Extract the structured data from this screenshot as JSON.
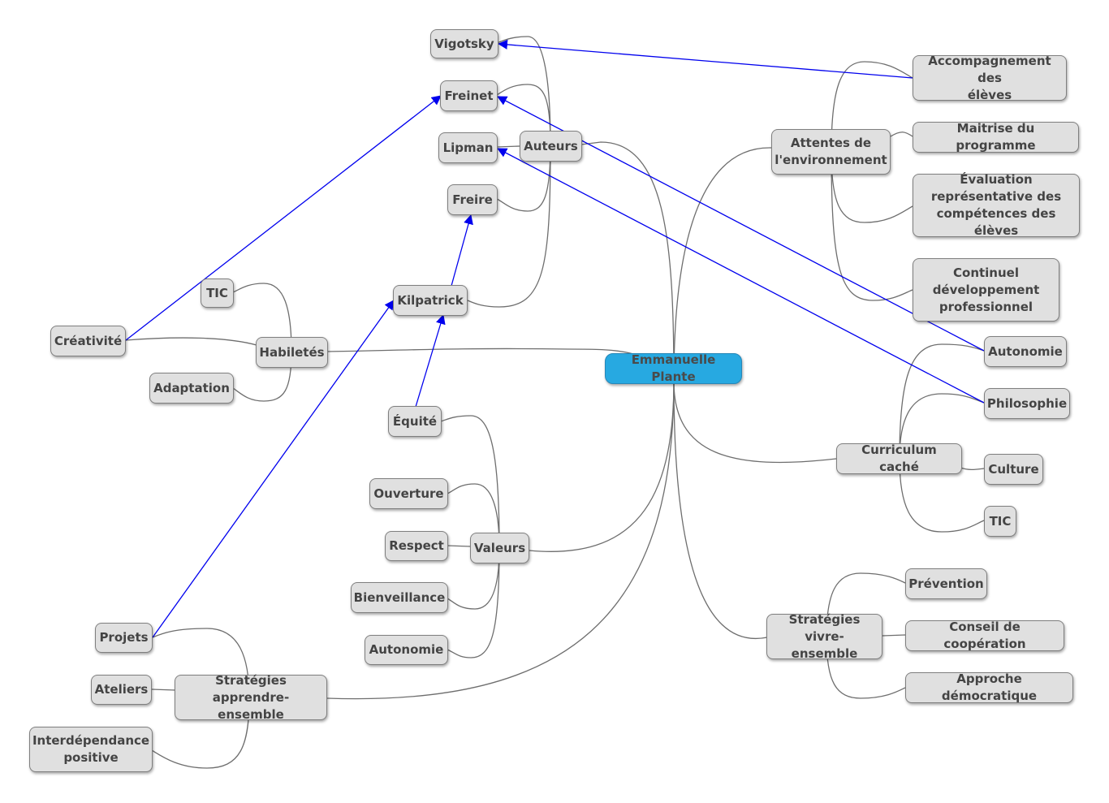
{
  "root": "Emmanuelle Plante",
  "nodes": {
    "vigotsky": "Vigotsky",
    "freinet": "Freinet",
    "lipman": "Lipman",
    "auteurs": "Auteurs",
    "freire": "Freire",
    "kilpatrick": "Kilpatrick",
    "tic_habiletes": "TIC",
    "creativite": "Créativité",
    "habiletes": "Habiletés",
    "adaptation": "Adaptation",
    "equite": "Équité",
    "ouverture": "Ouverture",
    "respect": "Respect",
    "valeurs": "Valeurs",
    "bienveillance": "Bienveillance",
    "autonomie_valeurs": "Autonomie",
    "projets": "Projets",
    "ateliers": "Ateliers",
    "strategies_apprendre": "Stratégies apprendre-\nensemble",
    "interdependance": "Interdépendance\npositive",
    "attentes": "Attentes de\nl'environnement",
    "accompagnement": "Accompagnement des\nélèves",
    "maitrise": "Maitrise du programme",
    "evaluation": "Évaluation\nreprésentative des\ncompétences des élèves",
    "continuel": "Continuel\ndéveloppement\nprofessionnel",
    "autonomie_curriculum": "Autonomie",
    "philosophie": "Philosophie",
    "curriculum": "Curriculum caché",
    "culture": "Culture",
    "tic_curriculum": "TIC",
    "strategies_vivre": "Stratégies vivre-\nensemble",
    "prevention": "Prévention",
    "conseil": "Conseil de coopération",
    "approche": "Approche démocratique"
  },
  "colors": {
    "node_fill": "#e0e0e0",
    "root_fill": "#27a9e1",
    "connector": "#6e6e6e",
    "relation_arrow": "#0000ee"
  }
}
